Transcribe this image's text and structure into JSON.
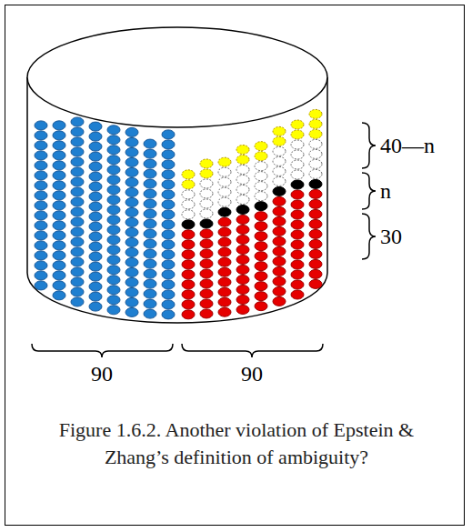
{
  "diagram": {
    "caption": "Figure 1.6.2. Another violation of Epstein & Zhang’s definition of ambiguity?",
    "labels": [
      "40—n",
      "n",
      "30",
      "90",
      "90"
    ]
  }
}
